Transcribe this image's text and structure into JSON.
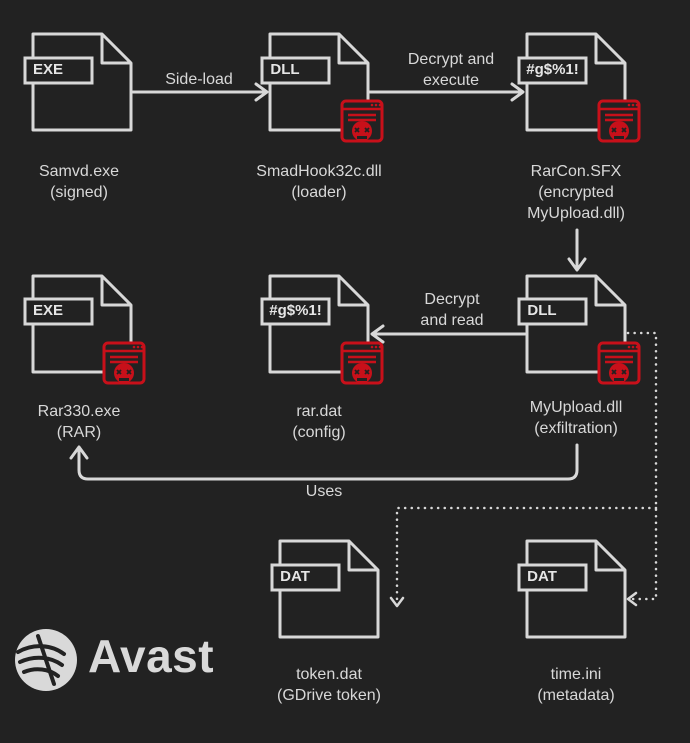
{
  "files": {
    "samvd": {
      "tag": "EXE",
      "name": "Samvd.exe",
      "sub": "(signed)"
    },
    "smadhook": {
      "tag": "DLL",
      "name": "SmadHook32c.dll",
      "sub": "(loader)"
    },
    "rarcon": {
      "tag": "#g$%1!",
      "name": "RarCon.SFX",
      "sub": "(encrypted",
      "sub2": "MyUpload.dll)"
    },
    "rar330": {
      "tag": "EXE",
      "name": "Rar330.exe",
      "sub": "(RAR)"
    },
    "rardat": {
      "tag": "#g$%1!",
      "name": "rar.dat",
      "sub": "(config)"
    },
    "myupload": {
      "tag": "DLL",
      "name": "MyUpload.dll",
      "sub": "(exfiltration)"
    },
    "token": {
      "tag": "DAT",
      "name": "token.dat",
      "sub": "(GDrive token)"
    },
    "time": {
      "tag": "DAT",
      "name": "time.ini",
      "sub": "(metadata)"
    }
  },
  "edges": {
    "sideload": "Side-load",
    "decrypt_execute_1": "Decrypt and",
    "decrypt_execute_2": "execute",
    "decrypt_read_1": "Decrypt",
    "decrypt_read_2": "and read",
    "uses": "Uses"
  },
  "brand": {
    "name": "Avast"
  },
  "colors": {
    "background": "#222222",
    "stroke": "#d8d8d8",
    "malicious": "#c8101a"
  }
}
